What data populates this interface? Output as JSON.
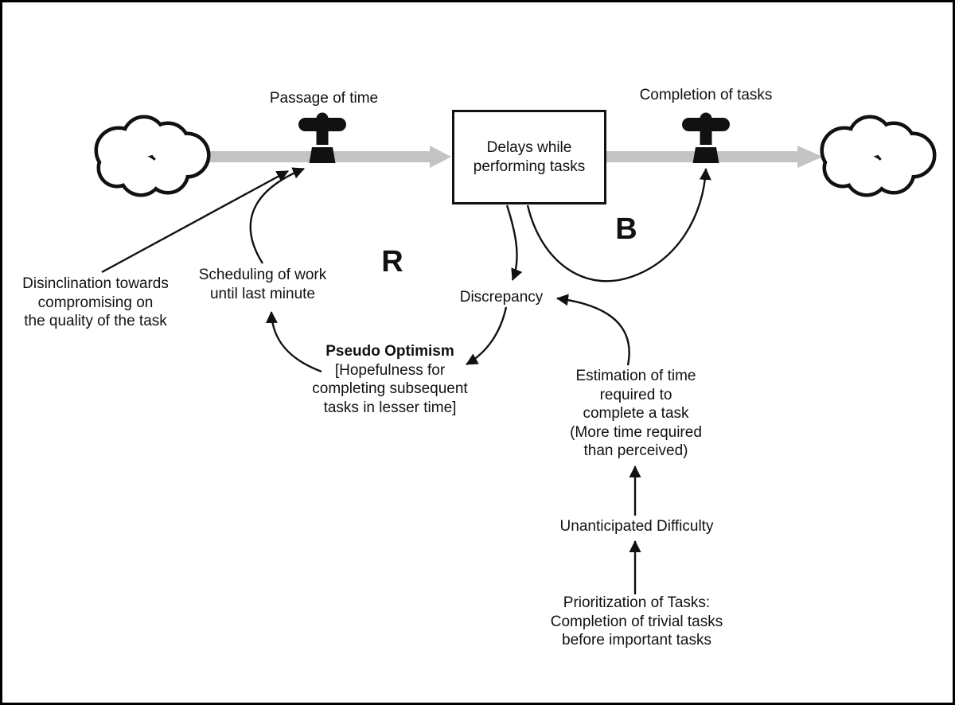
{
  "diagram": {
    "type": "stock-and-flow causal loop diagram",
    "colors": {
      "ink": "#111111",
      "flow_pipe": "#c3c3c3",
      "background": "#ffffff",
      "frame": "#000000"
    },
    "stock": {
      "label_lines": [
        "Delays while",
        "performing tasks"
      ]
    },
    "flows": {
      "inflow_label": "Passage of time",
      "outflow_label": "Completion of tasks"
    },
    "clouds": [
      "source-cloud",
      "sink-cloud"
    ],
    "loops": {
      "reinforcing": "R",
      "balancing": "B"
    },
    "variables": {
      "discrepancy": "Discrepancy",
      "disinclination_lines": [
        "Disinclination towards",
        "compromising on",
        "the quality of the task"
      ],
      "scheduling_lines": [
        "Scheduling of work",
        "until last minute"
      ],
      "pseudo_optimism": {
        "title": "Pseudo Optimism",
        "lines": [
          "[Hopefulness for",
          "completing subsequent",
          "tasks in lesser time]"
        ]
      },
      "estimation_lines": [
        "Estimation of time",
        "required to",
        "complete a task",
        "(More time required",
        "than perceived)"
      ],
      "unanticipated": "Unanticipated Difficulty",
      "prioritization_lines": [
        "Prioritization of Tasks:",
        "Completion of trivial tasks",
        "before important tasks"
      ]
    }
  }
}
